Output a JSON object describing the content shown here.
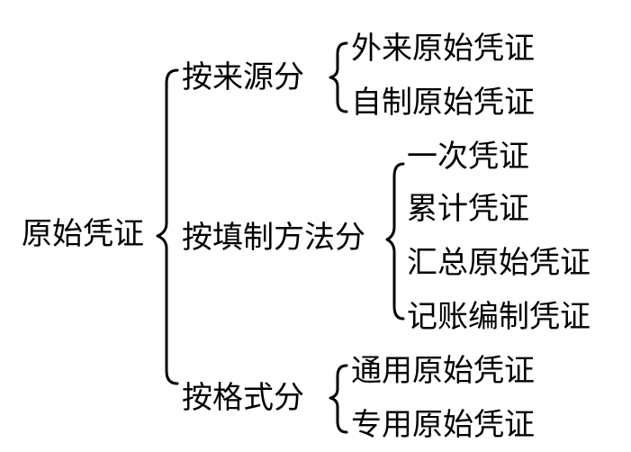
{
  "root": {
    "label": "原始凭证"
  },
  "categories": [
    {
      "label": "按来源分",
      "items": [
        "外来原始凭证",
        "自制原始凭证"
      ]
    },
    {
      "label": "按填制方法分",
      "items": [
        "一次凭证",
        "累计凭证",
        "汇总原始凭证",
        "记账编制凭证"
      ]
    },
    {
      "label": "按格式分",
      "items": [
        "通用原始凭证",
        "专用原始凭证"
      ]
    }
  ]
}
